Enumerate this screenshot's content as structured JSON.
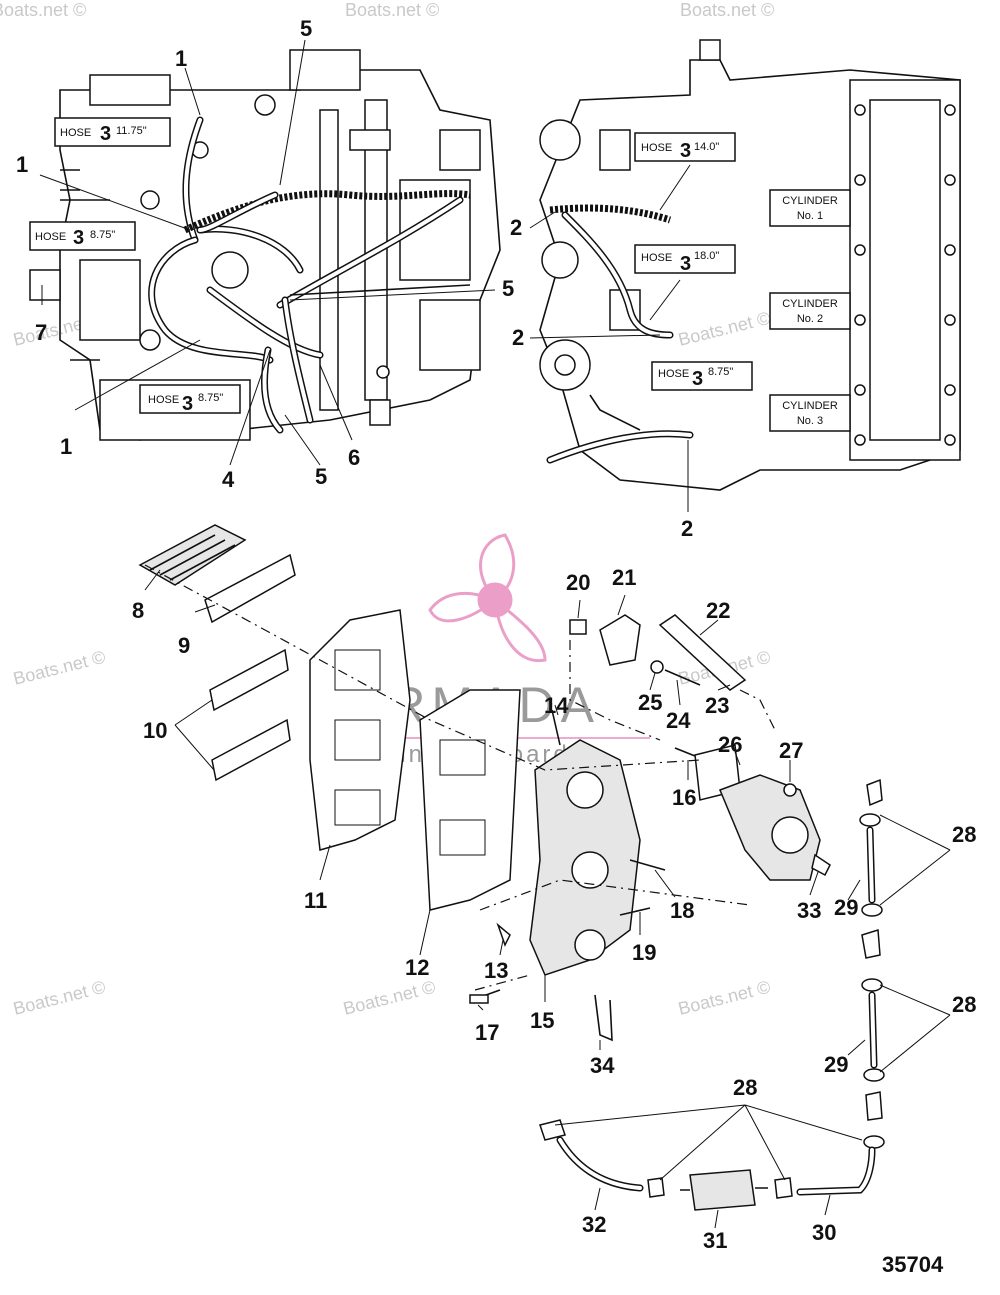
{
  "diagram": {
    "callouts": [
      {
        "id": "c1a",
        "text": "1"
      },
      {
        "id": "c1b",
        "text": "1"
      },
      {
        "id": "c1c",
        "text": "1"
      },
      {
        "id": "c5a",
        "text": "5"
      },
      {
        "id": "c5b",
        "text": "5"
      },
      {
        "id": "c5c",
        "text": "5"
      },
      {
        "id": "c7",
        "text": "7"
      },
      {
        "id": "c4",
        "text": "4"
      },
      {
        "id": "c6",
        "text": "6"
      },
      {
        "id": "c2a",
        "text": "2"
      },
      {
        "id": "c2b",
        "text": "2"
      },
      {
        "id": "c2c",
        "text": "2"
      },
      {
        "id": "c8",
        "text": "8"
      },
      {
        "id": "c9",
        "text": "9"
      },
      {
        "id": "c10",
        "text": "10"
      },
      {
        "id": "c11",
        "text": "11"
      },
      {
        "id": "c12",
        "text": "12"
      },
      {
        "id": "c13",
        "text": "13"
      },
      {
        "id": "c14",
        "text": "14"
      },
      {
        "id": "c15",
        "text": "15"
      },
      {
        "id": "c16",
        "text": "16"
      },
      {
        "id": "c17",
        "text": "17"
      },
      {
        "id": "c18",
        "text": "18"
      },
      {
        "id": "c19",
        "text": "19"
      },
      {
        "id": "c20",
        "text": "20"
      },
      {
        "id": "c21",
        "text": "21"
      },
      {
        "id": "c22",
        "text": "22"
      },
      {
        "id": "c23",
        "text": "23"
      },
      {
        "id": "c24",
        "text": "24"
      },
      {
        "id": "c25",
        "text": "25"
      },
      {
        "id": "c26",
        "text": "26"
      },
      {
        "id": "c27",
        "text": "27"
      },
      {
        "id": "c28a",
        "text": "28"
      },
      {
        "id": "c28b",
        "text": "28"
      },
      {
        "id": "c28c",
        "text": "28"
      },
      {
        "id": "c29a",
        "text": "29"
      },
      {
        "id": "c29b",
        "text": "29"
      },
      {
        "id": "c30",
        "text": "30"
      },
      {
        "id": "c31",
        "text": "31"
      },
      {
        "id": "c32",
        "text": "32"
      },
      {
        "id": "c33",
        "text": "33"
      },
      {
        "id": "c34",
        "text": "34"
      }
    ],
    "hose_labels": [
      {
        "id": "h1",
        "word": "HOSE",
        "num": "3",
        "len": "11.75\""
      },
      {
        "id": "h2",
        "word": "HOSE",
        "num": "3",
        "len": "8.75\""
      },
      {
        "id": "h3",
        "word": "HOSE",
        "num": "3",
        "len": "8.75\""
      },
      {
        "id": "h4",
        "word": "HOSE",
        "num": "3",
        "len": "14.0\""
      },
      {
        "id": "h5",
        "word": "HOSE",
        "num": "3",
        "len": "18.0\""
      },
      {
        "id": "h6",
        "word": "HOSE",
        "num": "3",
        "len": "8.75\""
      }
    ],
    "cylinder_labels": [
      {
        "id": "cy1",
        "line1": "CYLINDER",
        "line2": "No. 1"
      },
      {
        "id": "cy2",
        "line1": "CYLINDER",
        "line2": "No. 2"
      },
      {
        "id": "cy3",
        "line1": "CYLINDER",
        "line2": "No. 3"
      }
    ],
    "figure_number": "35704"
  },
  "watermark": {
    "site_text": "Boats.net ©",
    "brand_name": "ARMADA",
    "brand_tagline": "marine outboards",
    "brand_color": "#e88fbf"
  }
}
